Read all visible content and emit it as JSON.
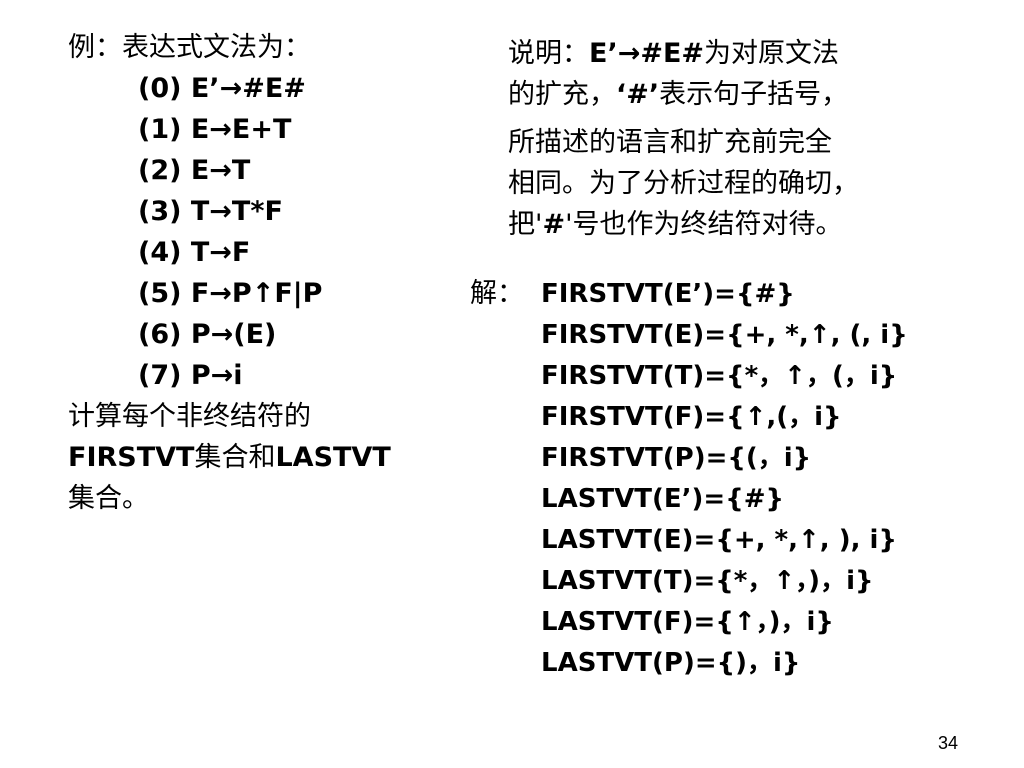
{
  "left": {
    "intro": "例：表达式文法为：",
    "rules": [
      "(0) E’→#E#",
      "(1) E→E+T",
      "(2) E→T",
      "(3) T→T*F",
      "(4) T→F",
      "(5) F→P↑F|P",
      "(6) P→(E)",
      "(7) P→i"
    ],
    "task_line1": "计算每个非终结符的",
    "task_line2_a": "FIRSTVT",
    "task_line2_b": "集合和",
    "task_line2_c": "LASTVT",
    "task_line3": "集合。"
  },
  "right": {
    "note_line1_a": "说明：",
    "note_line1_b": "E’→#E#",
    "note_line1_c": "为对原文法",
    "note_line2_a": "的扩充，",
    "note_line2_b": "‘#’",
    "note_line2_c": "表示句子括号，",
    "note_line3": "所描述的语言和扩充前完全",
    "note_line4": "相同。为了分析过程的确切，",
    "note_line5_a": "把'",
    "note_line5_b": "#",
    "note_line5_c": "'号也作为终结符对待。"
  },
  "solution": {
    "label": "解：",
    "lines": [
      "FIRSTVT(E’)={#}",
      "FIRSTVT(E)={+, *,↑, (, i}",
      "FIRSTVT(T)={*，↑，(，i}",
      "FIRSTVT(F)={↑,(，i}",
      "FIRSTVT(P)={(，i}",
      "LASTVT(E’)={#}",
      "LASTVT(E)={+, *,↑, ), i}",
      "LASTVT(T)={*，↑，)，i}",
      "LASTVT(F)={↑，)，i}",
      "LASTVT(P)={)，i}"
    ]
  },
  "page_number": "34"
}
